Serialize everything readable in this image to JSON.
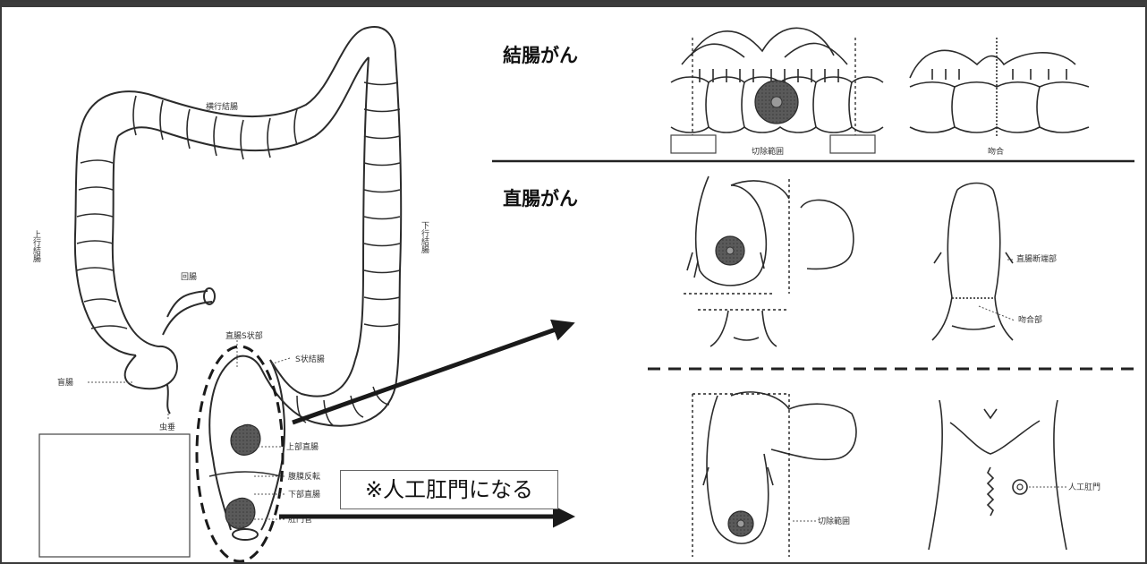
{
  "headings": {
    "colon_cancer": "結腸がん",
    "rectal_cancer": "直腸がん"
  },
  "callout": {
    "text": "※人工肛門になる"
  },
  "colon_labels": {
    "transverse": "横行結腸",
    "ascending": "上行結腸",
    "descending": "下行結腸",
    "ileum": "回腸",
    "cecum": "盲腸",
    "appendix": "虫垂",
    "rectosigmoid": "直腸S状部",
    "sigmoid": "S状結腸",
    "upper_rectum": "上部直腸",
    "peritoneal_reflection": "腹膜反転",
    "lower_rectum": "下部直腸",
    "anal_canal": "肛門管"
  },
  "procedure_labels": {
    "resection_range": "切除範囲",
    "anastomosis_colon": "吻合",
    "rectal_stump": "直腸断端部",
    "anastomosis_rectum": "吻合部",
    "resection_range_apr": "切除範囲",
    "stoma": "人工肛門"
  },
  "colors": {
    "tumor": "#6a6a6a",
    "outline": "#2b2b2b",
    "arrow": "#1a1a1a",
    "frame": "#3a3a3a"
  }
}
